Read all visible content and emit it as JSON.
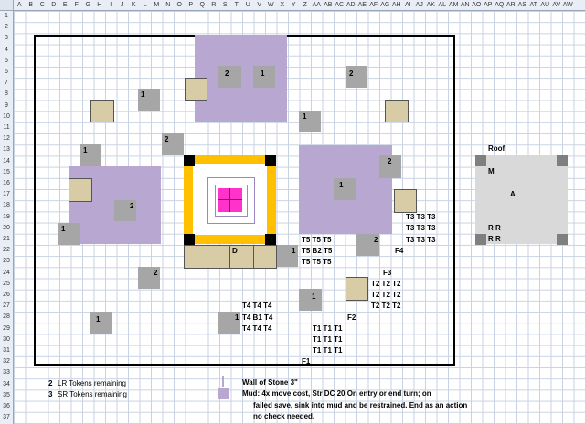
{
  "columns": [
    "A",
    "B",
    "C",
    "D",
    "E",
    "F",
    "G",
    "H",
    "I",
    "J",
    "K",
    "L",
    "M",
    "N",
    "O",
    "P",
    "Q",
    "R",
    "S",
    "T",
    "U",
    "V",
    "W",
    "X",
    "Y",
    "Z",
    "AA",
    "AB",
    "AC",
    "AD",
    "AE",
    "AF",
    "AG",
    "AH",
    "AI",
    "AJ",
    "AK",
    "AL",
    "AM",
    "AN",
    "AO",
    "AP",
    "AQ",
    "AR",
    "AS",
    "AT",
    "AU",
    "AV",
    "AW"
  ],
  "rows": [
    "1",
    "2",
    "3",
    "4",
    "5",
    "6",
    "7",
    "8",
    "9",
    "10",
    "11",
    "12",
    "13",
    "14",
    "15",
    "16",
    "17",
    "18",
    "19",
    "20",
    "21",
    "22",
    "23",
    "24",
    "25",
    "26",
    "27",
    "28",
    "29",
    "30",
    "31",
    "32",
    "33",
    "34",
    "35",
    "36",
    "37"
  ],
  "map": {
    "grey_labels": {
      "g1": "1",
      "g2": "2",
      "g3": "1",
      "g4": "1",
      "g5": "2",
      "g6": "1",
      "g7": "2",
      "g8": "2",
      "g9": "1",
      "g10": "1",
      "g11": "2",
      "g12": "2",
      "g13": "2",
      "g14": "1",
      "g15": "1"
    },
    "door_label": "D",
    "tokens": {
      "t5_row1": "T5  T5  T5",
      "t5_row2": "T5  B2  T5",
      "t5_row3": "T5  T5  T5",
      "t3_row1": "T3  T3  T3",
      "t3_row2": "T3  T3  T3",
      "t3_row3": "T3  T3  T3",
      "f4": "F4",
      "f3": "F3",
      "t2_row1": "T2  T2  T2",
      "t2_row2": "T2  T2  T2",
      "t2_row3": "T2  T2  T2",
      "f2": "F2",
      "t4_row1": "T4  T4  T4",
      "t4_row2": "T4  B1  T4",
      "t4_row3": "T4  T4  T4",
      "t1_row1": "T1  T1  T1",
      "t1_row2": "T1  T1  T1",
      "t1_row3": "T1  T1  T1",
      "f1": "F1"
    },
    "roof": {
      "label": "Roof",
      "m": "M",
      "a": "A",
      "r1": "R   R",
      "r2": "R   R"
    }
  },
  "legend": {
    "lr_count": "2",
    "lr_text": "LR Tokens remaining",
    "sr_count": "3",
    "sr_text": "SR Tokens remaining",
    "wall_text": "Wall of Stone 3\"",
    "mud_line1": "Mud: 4x move cost, Str DC 20 On entry or end turn; on",
    "mud_line2": "failed save, sink into mud and be restrained. End as an action",
    "mud_line3": "no check needed."
  },
  "colors": {
    "purple": "#b7a7d1",
    "tan": "#d7cca6",
    "grey": "#a6a6a6",
    "orange": "#ffc000",
    "magenta": "#ff33cc"
  }
}
